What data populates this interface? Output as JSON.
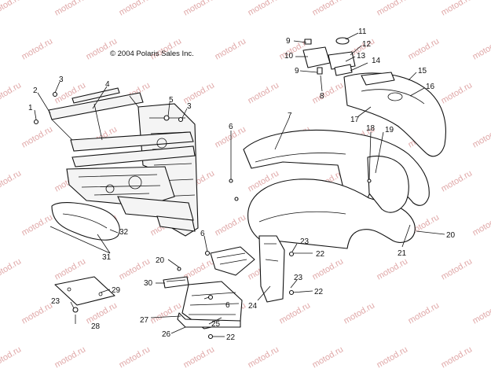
{
  "copyright": "© 2004 Polaris Sales Inc.",
  "watermark": "motod.ru",
  "watermark_color": "#e0a8a8",
  "callouts": [
    {
      "id": "1",
      "label": "1"
    },
    {
      "id": "2",
      "label": "2"
    },
    {
      "id": "3a",
      "label": "3"
    },
    {
      "id": "3b",
      "label": "3"
    },
    {
      "id": "4",
      "label": "4"
    },
    {
      "id": "5",
      "label": "5"
    },
    {
      "id": "6a",
      "label": "6"
    },
    {
      "id": "6b",
      "label": "6"
    },
    {
      "id": "6c",
      "label": "6"
    },
    {
      "id": "7",
      "label": "7"
    },
    {
      "id": "8",
      "label": "8"
    },
    {
      "id": "9a",
      "label": "9"
    },
    {
      "id": "9b",
      "label": "9"
    },
    {
      "id": "10",
      "label": "10"
    },
    {
      "id": "11",
      "label": "11"
    },
    {
      "id": "12",
      "label": "12"
    },
    {
      "id": "13",
      "label": "13"
    },
    {
      "id": "14",
      "label": "14"
    },
    {
      "id": "15",
      "label": "15"
    },
    {
      "id": "16",
      "label": "16"
    },
    {
      "id": "17",
      "label": "17"
    },
    {
      "id": "18",
      "label": "18"
    },
    {
      "id": "19",
      "label": "19"
    },
    {
      "id": "20a",
      "label": "20"
    },
    {
      "id": "20b",
      "label": "20"
    },
    {
      "id": "21",
      "label": "21"
    },
    {
      "id": "22a",
      "label": "22"
    },
    {
      "id": "22b",
      "label": "22"
    },
    {
      "id": "22c",
      "label": "22"
    },
    {
      "id": "23a",
      "label": "23"
    },
    {
      "id": "23b",
      "label": "23"
    },
    {
      "id": "23c",
      "label": "23"
    },
    {
      "id": "24",
      "label": "24"
    },
    {
      "id": "25",
      "label": "25"
    },
    {
      "id": "26",
      "label": "26"
    },
    {
      "id": "27",
      "label": "27"
    },
    {
      "id": "28",
      "label": "28"
    },
    {
      "id": "29",
      "label": "29"
    },
    {
      "id": "30",
      "label": "30"
    },
    {
      "id": "31",
      "label": "31"
    },
    {
      "id": "32",
      "label": "32"
    }
  ]
}
